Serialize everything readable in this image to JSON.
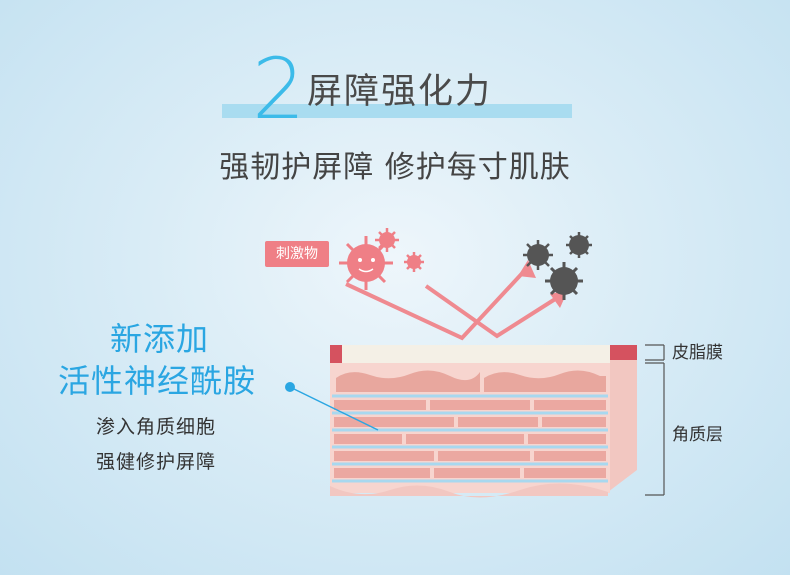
{
  "title": {
    "number": "2",
    "text": "屏障强化力"
  },
  "subtitle": "强韧护屏障  修护每寸肌肤",
  "irritant_label": "刺激物",
  "ingredient": {
    "line1": "新添加",
    "line2": "活性神经酰胺"
  },
  "description": {
    "line1": "渗入角质细胞",
    "line2": "强健修护屏障"
  },
  "layer_labels": {
    "sebum": "皮脂膜",
    "stratum": "角质层"
  },
  "colors": {
    "accent_blue": "#2aa6e2",
    "irritant_pink": "#ef7f86",
    "title_bar": "#a9dcf0",
    "text_dark": "#444444"
  }
}
